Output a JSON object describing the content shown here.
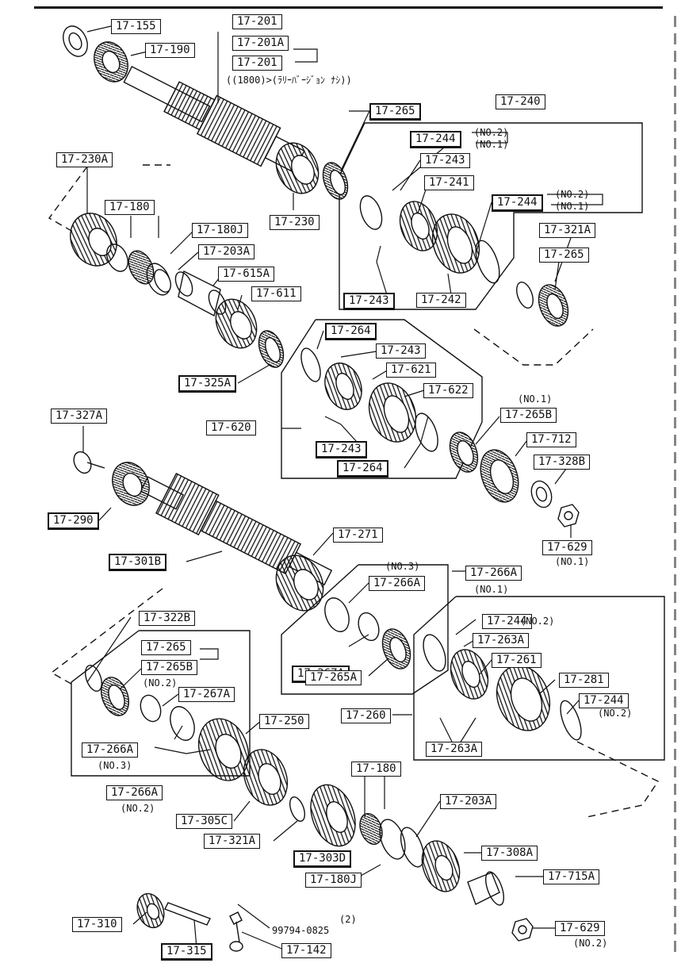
{
  "callouts": [
    {
      "id": "p155",
      "text": "17-155"
    },
    {
      "id": "p190",
      "text": "17-190"
    },
    {
      "id": "p201",
      "text": "17-201"
    },
    {
      "id": "p201A",
      "text": "17-201A"
    },
    {
      "id": "p201b",
      "text": "17-201"
    },
    {
      "id": "p265a",
      "text": "17-265"
    },
    {
      "id": "p240",
      "text": "17-240"
    },
    {
      "id": "p244a",
      "text": "17-244"
    },
    {
      "id": "p243a",
      "text": "17-243"
    },
    {
      "id": "p241",
      "text": "17-241"
    },
    {
      "id": "p244b",
      "text": "17-244"
    },
    {
      "id": "p321A",
      "text": "17-321A"
    },
    {
      "id": "p265b",
      "text": "17-265"
    },
    {
      "id": "p230A",
      "text": "17-230A"
    },
    {
      "id": "p180a",
      "text": "17-180"
    },
    {
      "id": "p180J",
      "text": "17-180J"
    },
    {
      "id": "p203A",
      "text": "17-203A"
    },
    {
      "id": "p615A",
      "text": "17-615A"
    },
    {
      "id": "p611",
      "text": "17-611"
    },
    {
      "id": "p230",
      "text": "17-230"
    },
    {
      "id": "p243b",
      "text": "17-243"
    },
    {
      "id": "p242",
      "text": "17-242"
    },
    {
      "id": "p264a",
      "text": "17-264"
    },
    {
      "id": "p243c",
      "text": "17-243"
    },
    {
      "id": "p621",
      "text": "17-621"
    },
    {
      "id": "p622",
      "text": "17-622"
    },
    {
      "id": "p325A",
      "text": "17-325A"
    },
    {
      "id": "p620",
      "text": "17-620"
    },
    {
      "id": "p243d",
      "text": "17-243"
    },
    {
      "id": "p264b",
      "text": "17-264"
    },
    {
      "id": "p265B",
      "text": "17-265B"
    },
    {
      "id": "p712",
      "text": "17-712"
    },
    {
      "id": "p328B",
      "text": "17-328B"
    },
    {
      "id": "p327A",
      "text": "17-327A"
    },
    {
      "id": "p290",
      "text": "17-290"
    },
    {
      "id": "p301B",
      "text": "17-301B"
    },
    {
      "id": "p271",
      "text": "17-271"
    },
    {
      "id": "p629a",
      "text": "17-629"
    },
    {
      "id": "p266Aa",
      "text": "17-266A"
    },
    {
      "id": "p266Ab",
      "text": "17-266A"
    },
    {
      "id": "p322B",
      "text": "17-322B"
    },
    {
      "id": "p265c",
      "text": "17-265"
    },
    {
      "id": "p265Bb",
      "text": "17-265B"
    },
    {
      "id": "p267Aa",
      "text": "17-267A"
    },
    {
      "id": "p267Ab",
      "text": "17-267A"
    },
    {
      "id": "p265A",
      "text": "17-265A"
    },
    {
      "id": "p244c",
      "text": "17-244"
    },
    {
      "id": "p263Aa",
      "text": "17-263A"
    },
    {
      "id": "p261",
      "text": "17-261"
    },
    {
      "id": "p281",
      "text": "17-281"
    },
    {
      "id": "p244d",
      "text": "17-244"
    },
    {
      "id": "p260",
      "text": "17-260"
    },
    {
      "id": "p263Ab",
      "text": "17-263A"
    },
    {
      "id": "p250",
      "text": "17-250"
    },
    {
      "id": "p266Ac",
      "text": "17-266A"
    },
    {
      "id": "p266Ad",
      "text": "17-266A"
    },
    {
      "id": "p305C",
      "text": "17-305C"
    },
    {
      "id": "p180b",
      "text": "17-180"
    },
    {
      "id": "p203Ab",
      "text": "17-203A"
    },
    {
      "id": "p321Ab",
      "text": "17-321A"
    },
    {
      "id": "p303D",
      "text": "17-303D"
    },
    {
      "id": "p308A",
      "text": "17-308A"
    },
    {
      "id": "p180Jb",
      "text": "17-180J"
    },
    {
      "id": "p715A",
      "text": "17-715A"
    },
    {
      "id": "p310",
      "text": "17-310"
    },
    {
      "id": "p629b",
      "text": "17-629"
    },
    {
      "id": "p315",
      "text": "17-315"
    },
    {
      "id": "p142",
      "text": "17-142"
    }
  ],
  "notes": [
    {
      "id": "n1800",
      "text": "((1800)>(ﾗﾘｰﾊﾞｰｼﾞｮﾝ ﾅｼ))"
    },
    {
      "id": "nNo2a",
      "text": "(NO.2)"
    },
    {
      "id": "nNo1a",
      "text": "(NO.1)"
    },
    {
      "id": "nNo2b",
      "text": "(NO.2)"
    },
    {
      "id": "nNo1b",
      "text": "(NO.1)"
    },
    {
      "id": "nNo1c",
      "text": "(NO.1)"
    },
    {
      "id": "nNo1d",
      "text": "(NO.1)"
    },
    {
      "id": "nNo3a",
      "text": "(NO.3)"
    },
    {
      "id": "nNo1e",
      "text": "(NO.1)"
    },
    {
      "id": "nNo2c",
      "text": "(NO.2)"
    },
    {
      "id": "nNo2d",
      "text": "(NO.2)"
    },
    {
      "id": "nNo2e",
      "text": "(NO.2)"
    },
    {
      "id": "nNo3b",
      "text": "(NO.3)"
    },
    {
      "id": "nNo2f",
      "text": "(NO.2)"
    },
    {
      "id": "nQty",
      "text": "(2)"
    },
    {
      "id": "nBolt",
      "text": "99794-0825"
    },
    {
      "id": "nNo2g",
      "text": "(NO.2)"
    }
  ]
}
